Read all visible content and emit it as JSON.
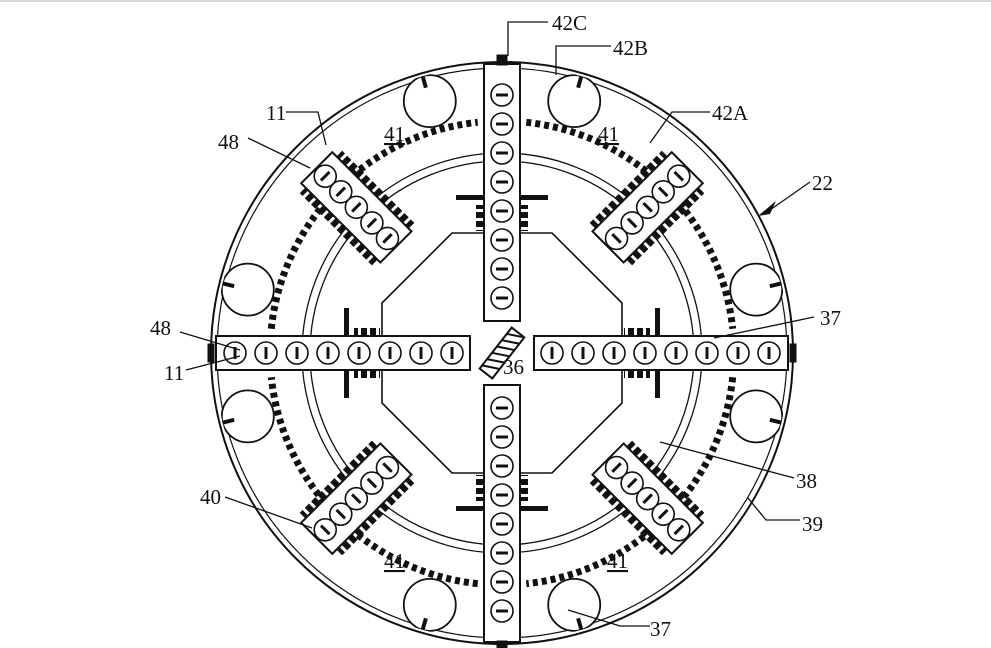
{
  "figure": {
    "reference_numerals": {
      "cutterhead": "22",
      "center_cutter": "36",
      "spoke_upper_right": "37",
      "spoke_bottom": "37",
      "inner_ring": "38",
      "outer_ring": "39",
      "scraper": "40",
      "opening_top_left": "41",
      "opening_top_right": "41",
      "opening_bottom_left": "41",
      "opening_bottom_right": "41",
      "bucket_a": "42A",
      "bucket_b": "42B",
      "bucket_c": "42C",
      "disc_cutter_upper_left": "48",
      "disc_cutter_left": "48",
      "tool_upper_left": "11",
      "tool_left": "11"
    }
  }
}
